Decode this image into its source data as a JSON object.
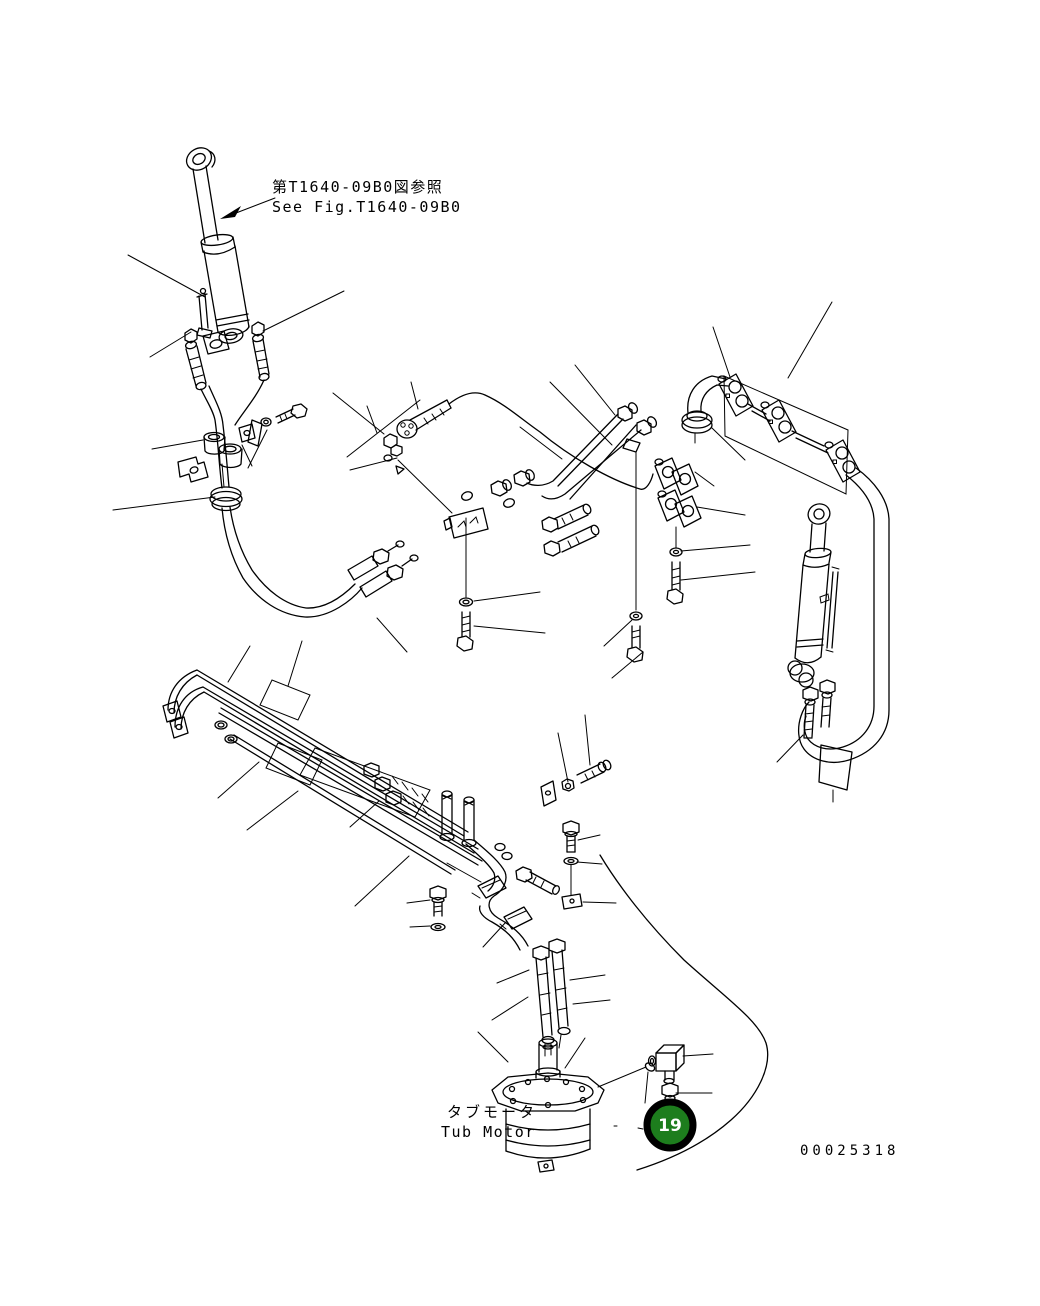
{
  "page": {
    "background": "#ffffff",
    "line_color": "#000000"
  },
  "reference_note": {
    "ja": "第T1640-09B0図参照",
    "en": "See Fig.T1640-09B0"
  },
  "motor_label": {
    "ja": "タブモータ",
    "en": "Tub Motor"
  },
  "part_callout": {
    "number": "19",
    "fill": "#1d7d1d",
    "ring": "#000000",
    "text_color": "#ffffff"
  },
  "drawing_number": "00025318"
}
